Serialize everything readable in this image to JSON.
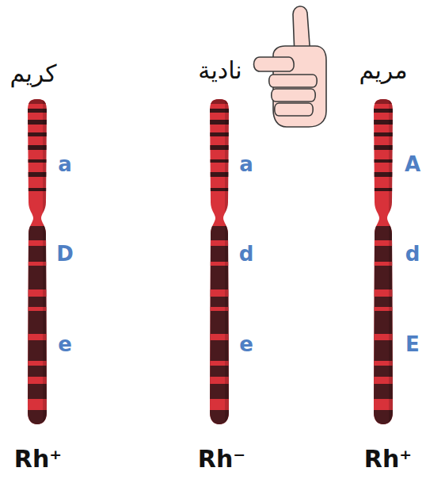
{
  "diagram": {
    "labels": [
      "كريم",
      "a",
      "D",
      "e",
      "Rh⁺",
      "نادية",
      "a",
      "d",
      "e",
      "Rh⁻",
      "مريم",
      "A",
      "d",
      "E",
      "Rh⁺"
    ]
  }
}
